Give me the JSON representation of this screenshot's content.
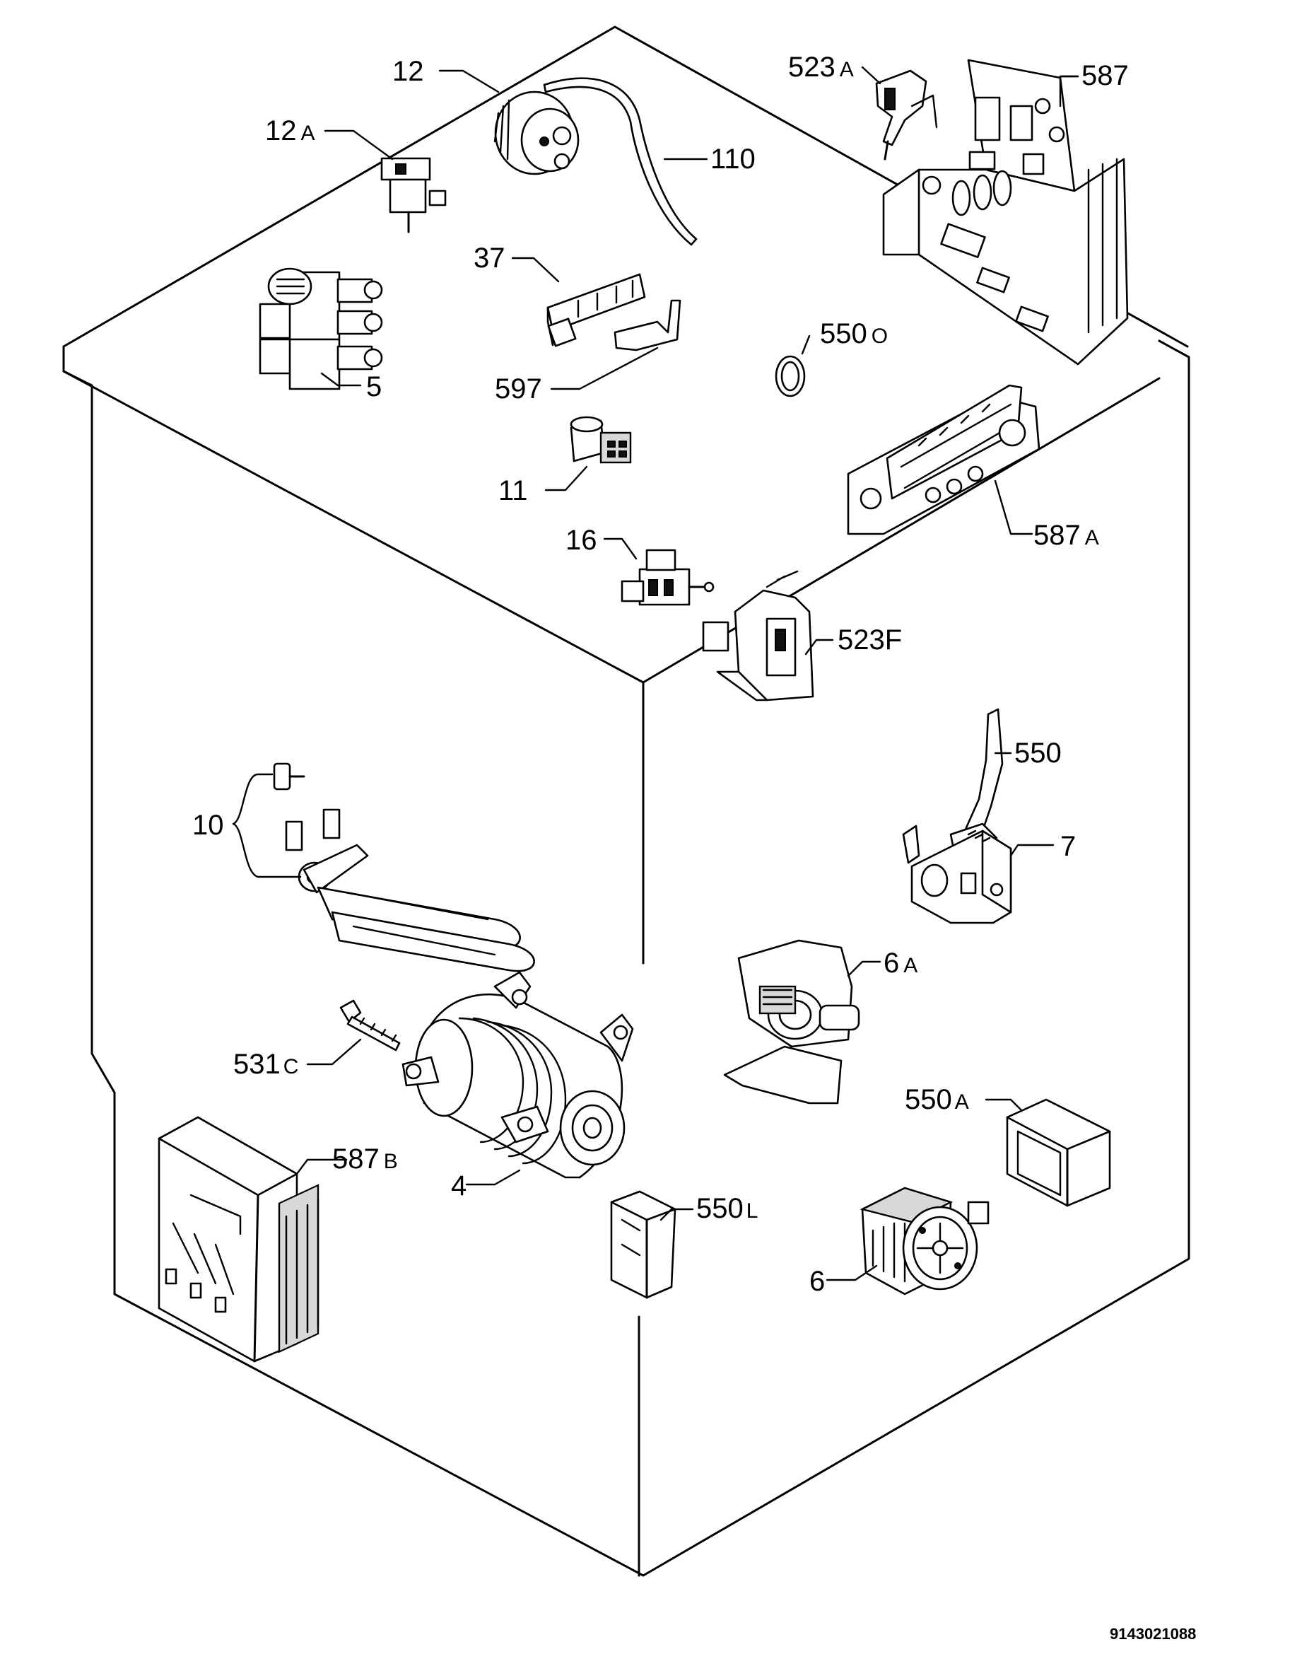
{
  "labels": {
    "p12": "12",
    "p12a": {
      "num": "12",
      "suffix": "A"
    },
    "p110": "110",
    "p523a": {
      "num": "523",
      "suffix": "A"
    },
    "p587": "587",
    "p37": "37",
    "p5": "5",
    "p597": "597",
    "p550o": {
      "num": "550",
      "suffix": "O"
    },
    "p11": "11",
    "p587a": {
      "num": "587",
      "suffix": "A"
    },
    "p16": "16",
    "p523f": "523F",
    "p550": "550",
    "p10": "10",
    "p7": "7",
    "p6a": {
      "num": "6",
      "suffix": "A"
    },
    "p531c": {
      "num": "531",
      "suffix": "C"
    },
    "p550a": {
      "num": "550",
      "suffix": "A"
    },
    "p587b": {
      "num": "587",
      "suffix": "B"
    },
    "p4": "4",
    "p550l": {
      "num": "550",
      "suffix": "L"
    },
    "p6": "6"
  },
  "footer_code": "9143021088"
}
